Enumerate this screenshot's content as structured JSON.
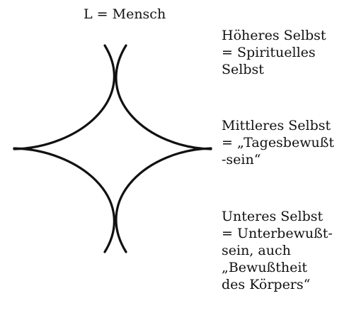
{
  "diagram": {
    "title": "L = Mensch",
    "stroke_color": "#111111",
    "background_color": "#ffffff"
  },
  "labels": {
    "upper": {
      "lines": [
        "Höheres Selbst",
        "= Spirituelles",
        "Selbst"
      ]
    },
    "middle": {
      "lines": [
        "Mittleres Selbst",
        "= „Tagesbewußt",
        "-sein“"
      ]
    },
    "lower": {
      "lines": [
        "Unteres Selbst",
        "= Unterbewußt-",
        "sein, auch",
        "„Bewußtheit",
        "des Körpers“"
      ]
    }
  }
}
